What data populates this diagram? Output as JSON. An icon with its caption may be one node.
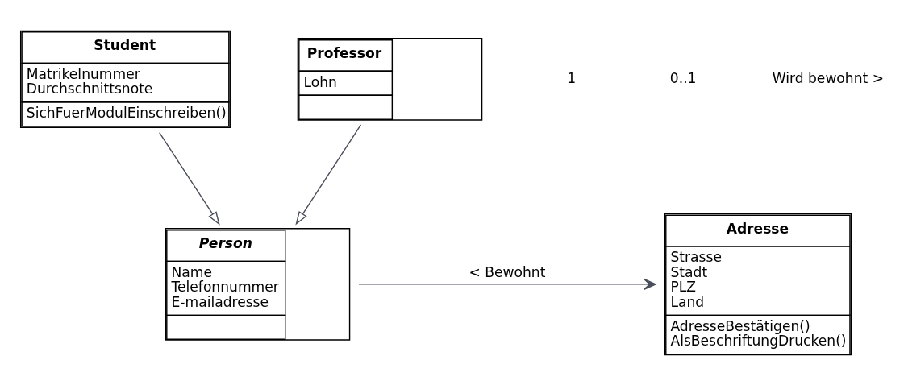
{
  "diagram": {
    "nodes": [
      {
        "text": [
          "Adresse",
          "Strasse",
          "Stadt",
          "PLZ",
          "Land",
          "AdresseBestätigen()",
          "AlsBeschriftungDrucken()"
        ]
      },
      {
        "text": [
          "Person",
          "Name",
          "Telefonnummer",
          "E-mailadresse"
        ]
      },
      {
        "text": [
          "Student",
          "Matrikelnummer",
          "Durchschnittsnote",
          "SichFuerModulEinschreiben()"
        ]
      },
      {
        "text": [
          "Professor",
          "Lohn"
        ]
      }
    ],
    "edges": [
      {
        "from": 1,
        "to": 0,
        "arrow": "to",
        "label": "< Bewohnt"
      },
      {
        "from": 2,
        "to": 1,
        "arrow": "to"
      },
      {
        "from": 3,
        "to": 1,
        "arrow": "to"
      }
    ],
    "labels": [
      "1",
      "0..1",
      "Wird bewohnt >"
    ]
  }
}
